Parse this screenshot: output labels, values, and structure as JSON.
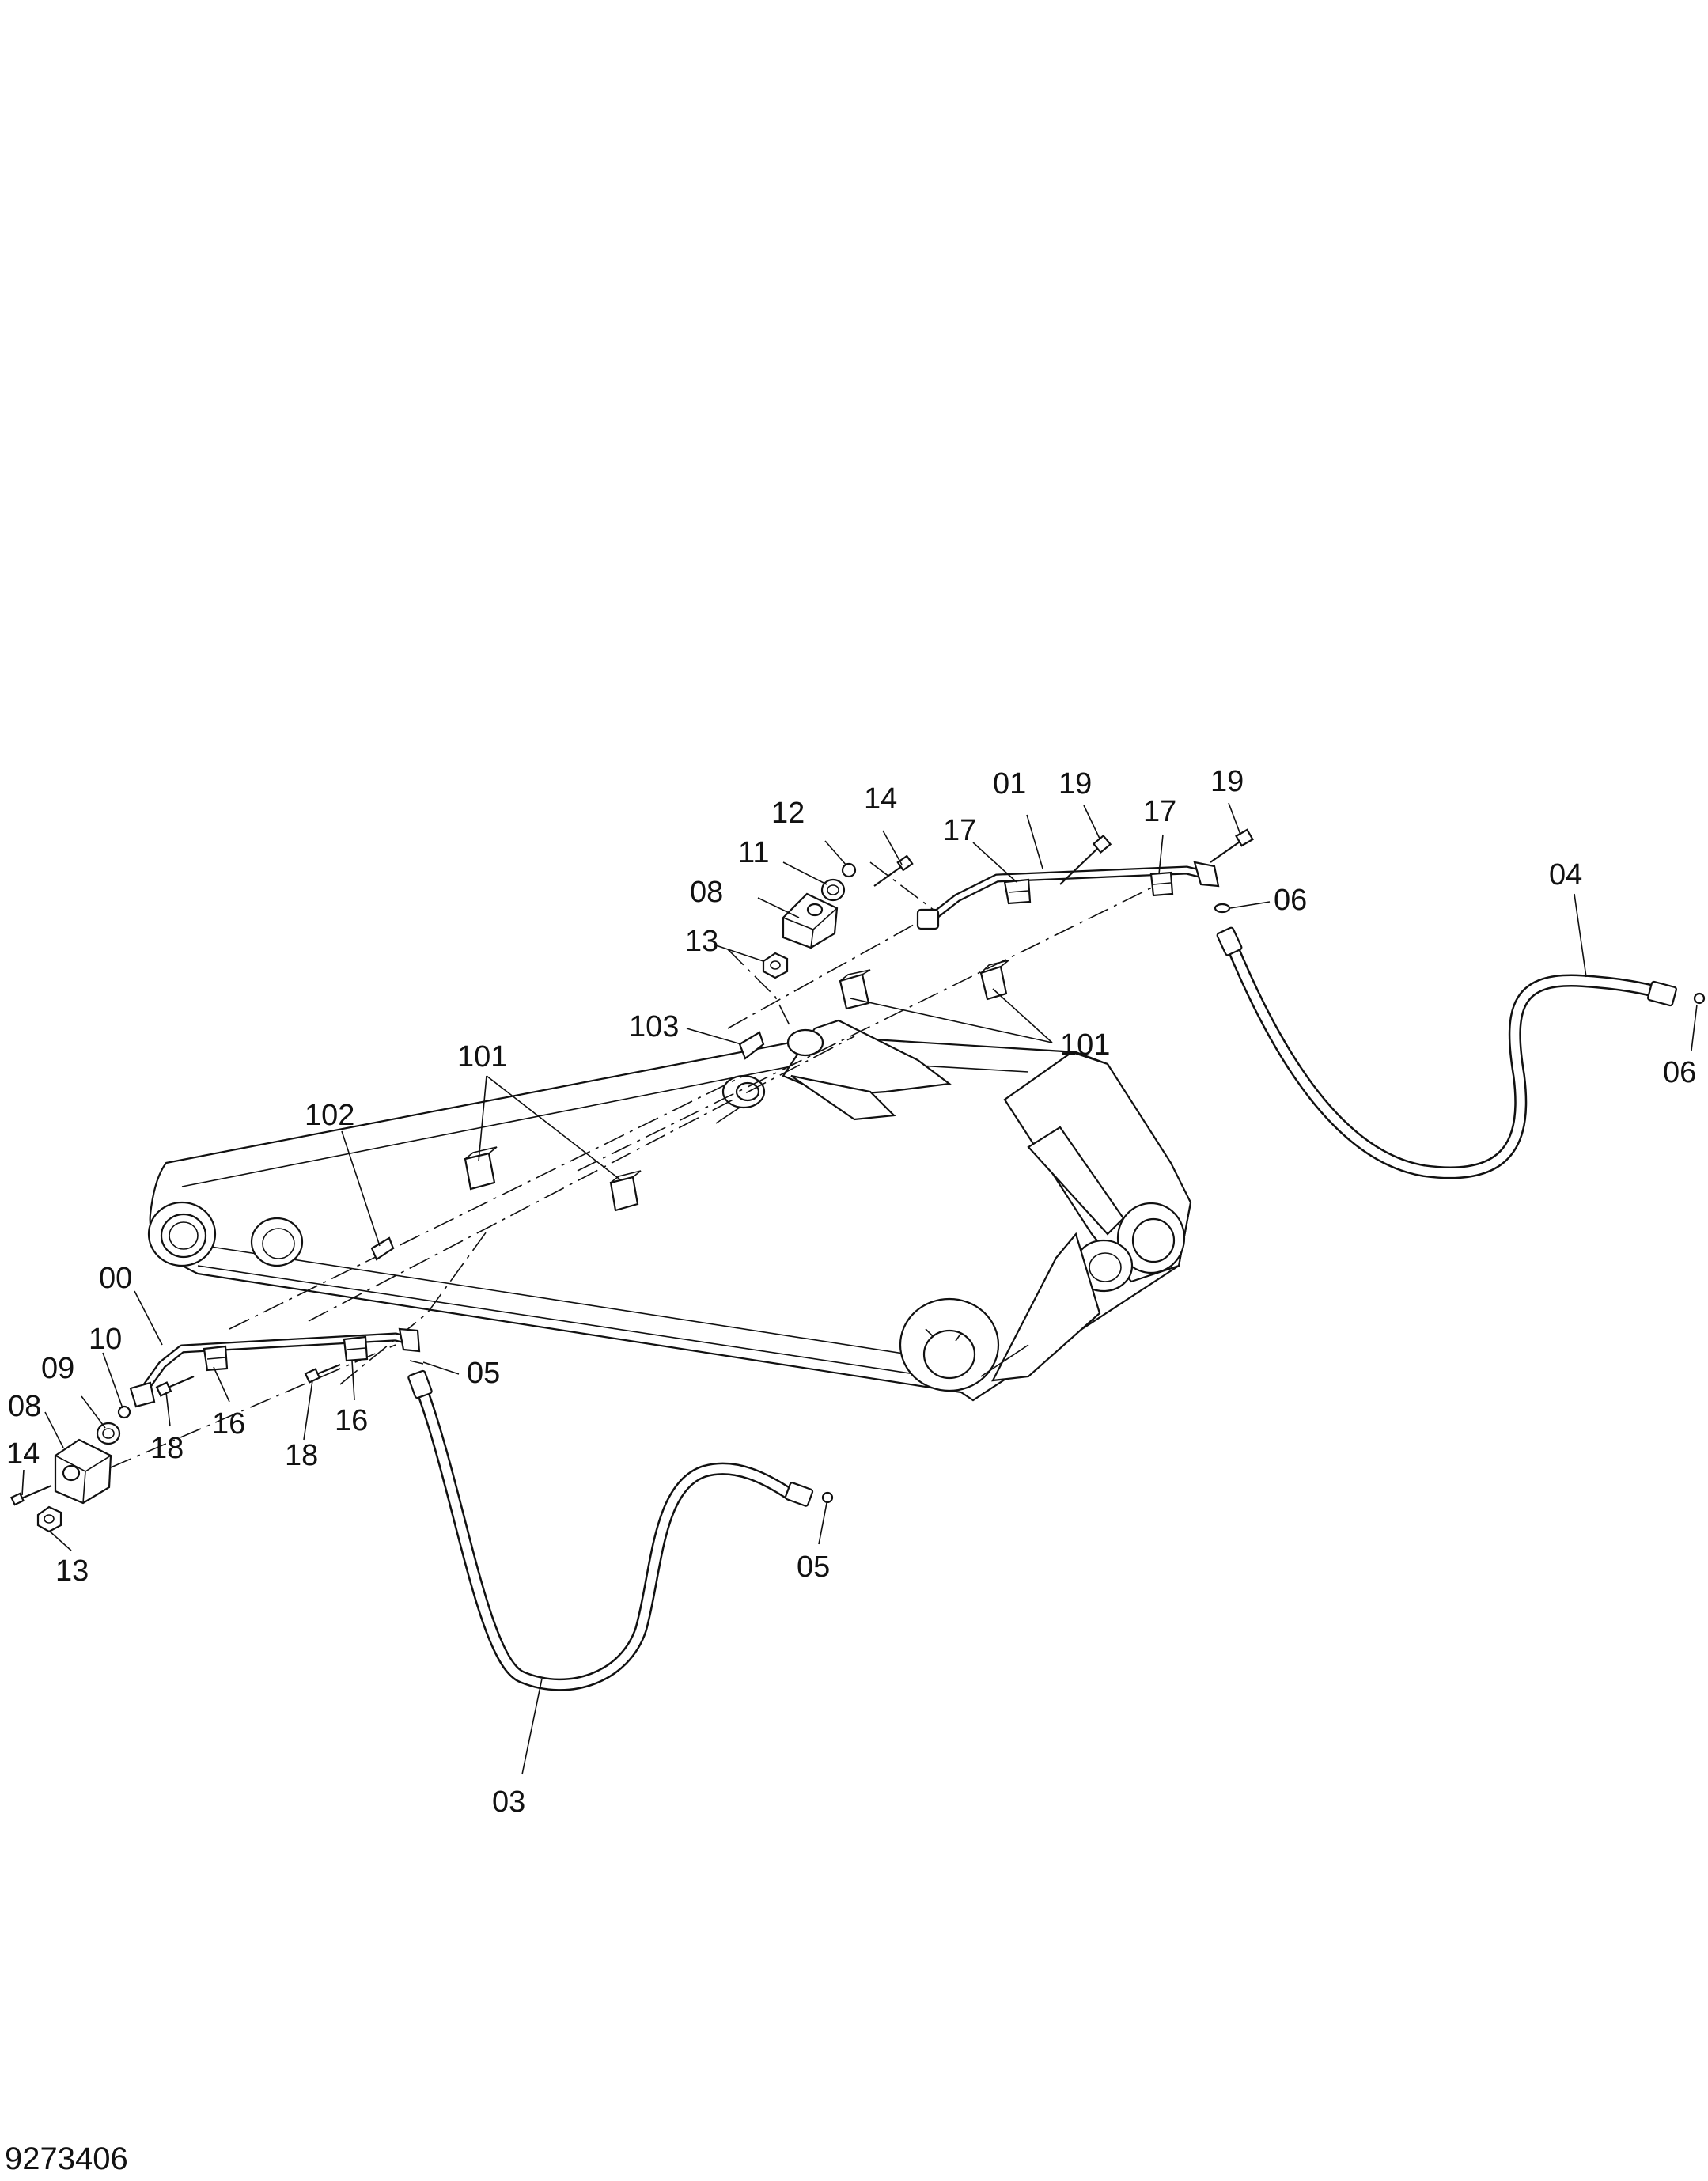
{
  "figure_number": "9273406",
  "callouts": {
    "c00": "00",
    "c01": "01",
    "c03": "03",
    "c04": "04",
    "c05a": "05",
    "c05b": "05",
    "c06a": "06",
    "c06b": "06",
    "c08a": "08",
    "c08b": "08",
    "c09": "09",
    "c10": "10",
    "c11": "11",
    "c12": "12",
    "c13a": "13",
    "c13b": "13",
    "c14a": "14",
    "c14b": "14",
    "c16a": "16",
    "c16b": "16",
    "c17a": "17",
    "c17b": "17",
    "c18a": "18",
    "c18b": "18",
    "c19a": "19",
    "c19b": "19",
    "c101a": "101",
    "c101b": "101",
    "c102": "102",
    "c103": "103"
  }
}
